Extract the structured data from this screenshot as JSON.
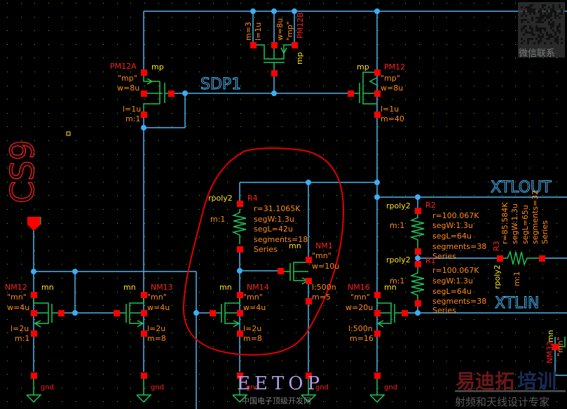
{
  "schematic": {
    "title_text": "CS9",
    "nets": {
      "sdp1": "SDP1",
      "xtlout": "XTLOUT",
      "xtlin": "XTLIN"
    },
    "devices": {
      "PM12A": {
        "name": "PM12A",
        "model_tag": "mp",
        "model": "\"mp\"",
        "w": "w=8u",
        "l": "l=1u",
        "m": "m:1"
      },
      "PM12B": {
        "name": "PM12B",
        "model_tag": "mp",
        "model": "\"mp\"",
        "w": "w=8u",
        "l": "l=1u",
        "m": "m=3"
      },
      "PM12": {
        "name": "PM12",
        "model_tag": "mp",
        "model": "\"mp\"",
        "w": "w=8u",
        "l": "l=1u",
        "m": "m=40"
      },
      "NM12": {
        "name": "NM12",
        "model_tag": "mn",
        "model": "\"mn\"",
        "w": "w=4u",
        "l": "l=2u",
        "m": "m:1"
      },
      "NM13": {
        "name": "NM13",
        "model_tag": "mn",
        "model": "\"mn\"",
        "w": "w=4u",
        "l": "l=2u",
        "m": "m=8"
      },
      "NM14": {
        "name": "NM14",
        "model_tag": "mn",
        "model": "\"mn\"",
        "w": "w=4u",
        "l": "l=2u",
        "m": "m=8"
      },
      "NM1": {
        "name": "NM1",
        "model_tag": "mn",
        "model": "\"mn\"",
        "w": "w=10u",
        "l": "l:500n",
        "m": "m=5"
      },
      "NM16": {
        "name": "NM16",
        "model_tag": "mn",
        "model": "\"mn\"",
        "w": "w=20u",
        "l": "l:500n",
        "m": "m=16"
      },
      "NM32": {
        "name": "NM32",
        "model_tag": "mn",
        "model": "\"mn\""
      },
      "R4": {
        "name": "R4",
        "model_tag": "rpoly2",
        "m": "m:1",
        "r": "r=31.1065K",
        "segW": "segW:1.3u",
        "segL": "segL=42u",
        "segments": "segments=18",
        "conn": "Series"
      },
      "R2": {
        "name": "R2",
        "model_tag": "rpoly2",
        "m": "m:1",
        "r": "r=100.067K",
        "segW": "segW:1.3u",
        "segL": "segL=64u",
        "segments": "segments=38",
        "conn": "Series"
      },
      "R1": {
        "name": "R1",
        "model_tag": "rpoly2",
        "m": "m:1",
        "r": "r=100.067K",
        "segW": "segW:1.3u",
        "segL": "segL=64u",
        "segments": "segments=38",
        "conn": "Series"
      },
      "R3": {
        "name": "R3",
        "model_tag": "rpoly2",
        "m": "m:1",
        "r": "r=85.584K",
        "segW": "segW:1.3u",
        "segL": "segL=65u",
        "segments": "segments=32",
        "conn": "Series"
      }
    },
    "ground_label": "gnd",
    "watermarks": {
      "eetop": "EETOP",
      "eetop_sub": "中国电子顶级开发网",
      "edt_red": "易迪拓",
      "edt_blue": "培训",
      "edt_sub": "射频和天线设计专家",
      "qr_caption": "微信联系"
    },
    "colors": {
      "background": "#000000",
      "wire": "#4ab4f0",
      "device": "#1fc45a",
      "pin": "#ff0000",
      "instance_name": "#ff1f1f",
      "parameter": "#ff8a1c",
      "model": "#ffe617",
      "grid_dot": "#1fd11f",
      "annotation": "#e00000"
    }
  }
}
